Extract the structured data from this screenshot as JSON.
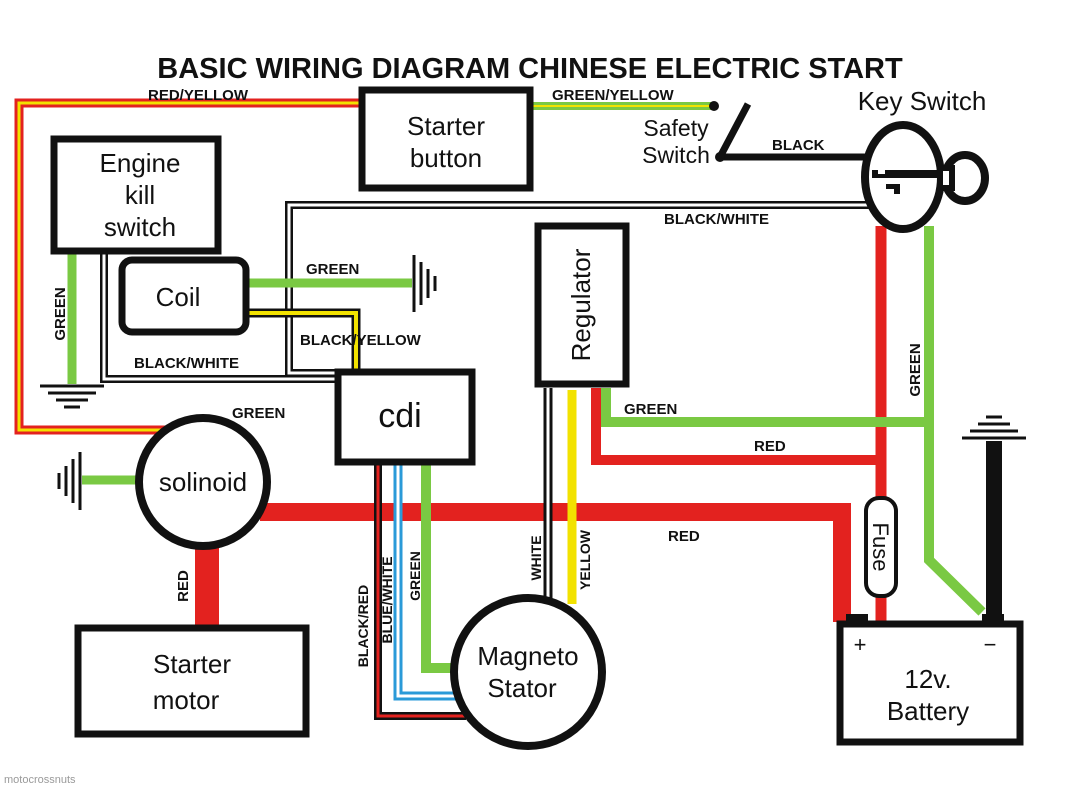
{
  "title": "BASIC WIRING DIAGRAM CHINESE ELECTRIC START",
  "components": {
    "starter_button": [
      "Starter",
      "button"
    ],
    "engine_kill_switch": [
      "Engine",
      "kill",
      "switch"
    ],
    "coil": "Coil",
    "cdi": "cdi",
    "regulator": "Regulator",
    "solinoid": "solinoid",
    "starter_motor": [
      "Starter",
      "motor"
    ],
    "magneto_stator": [
      "Magneto",
      "Stator"
    ],
    "battery": [
      "12v.",
      "Battery"
    ],
    "fuse": "Fuse",
    "key_switch": "Key Switch",
    "safety_switch": [
      "Safety",
      "Switch"
    ],
    "battery_plus": "+",
    "battery_minus": "−"
  },
  "wire_labels": {
    "red_yellow": "RED/YELLOW",
    "green_yellow": "GREEN/YELLOW",
    "black": "BLACK",
    "black_white_top": "BLACK/WHITE",
    "green_coil": "GREEN",
    "black_yellow": "BLACK/YELLOW",
    "black_white_low": "BLACK/WHITE",
    "green_kill": "GREEN",
    "green_solinoid": "GREEN",
    "green_regulator": "GREEN",
    "red_regulator": "RED",
    "red_main": "RED",
    "red_starter": "RED",
    "green_key": "GREEN",
    "black_red": "BLACK/RED",
    "blue_white": "BLUE/WHITE",
    "green_stator": "GREEN",
    "white": "WHITE",
    "yellow": "YELLOW"
  },
  "colors": {
    "red": "#e3221f",
    "yellow": "#f2e200",
    "green": "#7ac943",
    "black": "#111111",
    "blue": "#2a9ad8",
    "white": "#ffffff"
  },
  "watermark": "motocrossnuts"
}
